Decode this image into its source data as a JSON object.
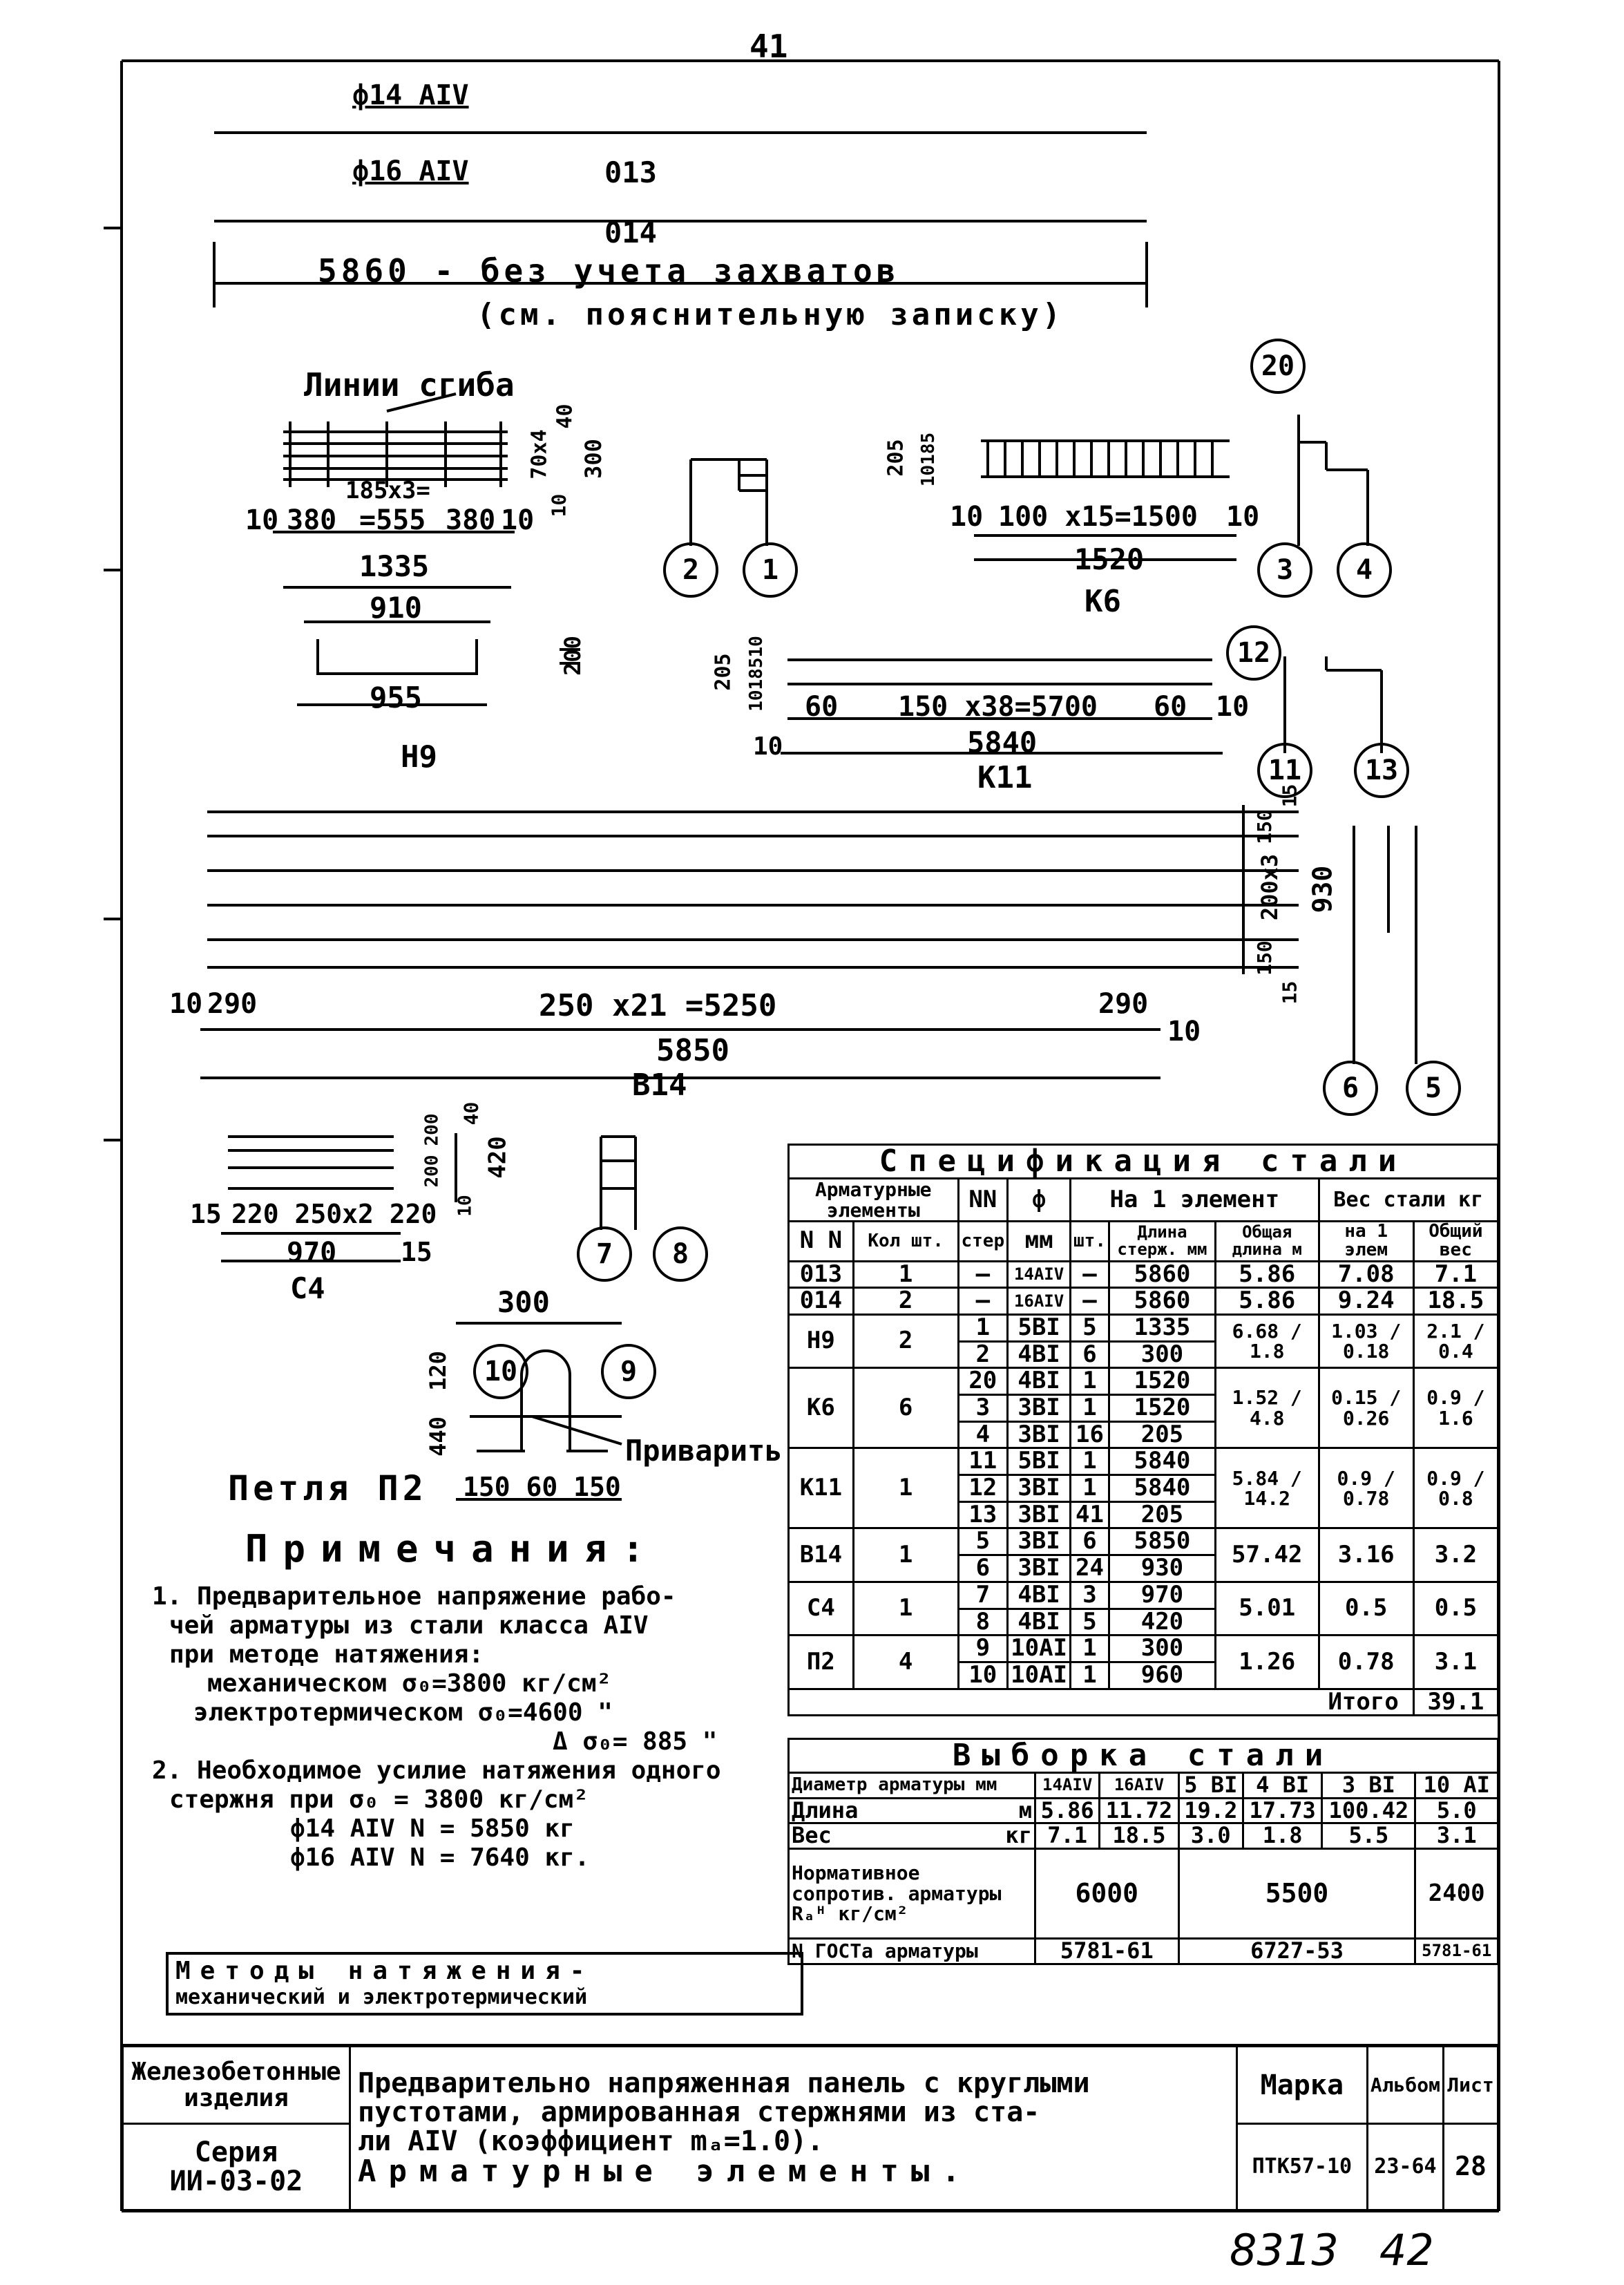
{
  "page_number": "41",
  "sheet_stamp": "8313   42",
  "bar_013": {
    "size": "ф14 AIV",
    "mark": "013"
  },
  "bar_014": {
    "size": "ф16 AIV",
    "mark": "014"
  },
  "length_note": "5860 - без учета захватов",
  "length_note_ref": "(см. пояснительную записку)",
  "bend_lines_label": "Линии сгиба",
  "n9": {
    "dims": {
      "d40": "40",
      "d70x4": "70x4",
      "d300": "300",
      "d10": "10",
      "d185x3": "185x3=",
      "left": "10",
      "d380a": "380",
      "d555": "=555",
      "d380b": "380",
      "right": "10",
      "d1335": "1335",
      "d910": "910",
      "d200": "200",
      "d955": "955"
    },
    "name": "Н9"
  },
  "k6": {
    "dims": {
      "d205": "205",
      "d10185": "10185",
      "d10": "10",
      "left": "10",
      "span": "100 x15=1500",
      "right": "10",
      "total": "1520"
    },
    "name": "К6"
  },
  "k11": {
    "dims": {
      "d205": "205",
      "d1018510": "1018510",
      "left10": "10",
      "d60a": "60",
      "span": "150 x38=5700",
      "d60b": "60",
      "right10": "10",
      "total": "5840"
    },
    "name": "К11"
  },
  "b14": {
    "dims": {
      "d150a": "150",
      "d200x3": "200x3",
      "d150b": "150",
      "d930": "930",
      "d15a": "15",
      "d15b": "15",
      "left": "10",
      "d290a": "290",
      "span": "250 x21 =5250",
      "d290b": "290",
      "right": "10",
      "total": "5850"
    },
    "name": "В14"
  },
  "c4": {
    "dims": {
      "d40": "40",
      "d200a": "200",
      "d200b": "200",
      "d420": "420",
      "d10": "10",
      "left": "15",
      "span": "220 250x2 220",
      "right": "15",
      "total": "970"
    },
    "name": "С4"
  },
  "loop": {
    "d300": "300",
    "d120": "120",
    "d440": "440",
    "bottom": "150 60 150",
    "weld": "Приварить",
    "name": "Петля П2"
  },
  "balloons": [
    "20",
    "2",
    "1",
    "3",
    "4",
    "12",
    "11",
    "13",
    "6",
    "5",
    "7",
    "8",
    "10",
    "9"
  ],
  "notes": {
    "heading": "Примечания:",
    "lines": [
      "1. Предварительное напряжение рабо-",
      "чей арматуры из стали класса AIV",
      "при методе натяжения:",
      "механическом    σ₀=3800 кг/см²",
      "электротермическом σ₀=4600 \"",
      "Δ σ₀= 885 \"",
      "2. Необходимое усилие натяжения одного",
      "стержня при  σ₀ = 3800 кг/см²",
      "ф14 AIV   N = 5850 кг",
      "ф16 AIV   N = 7640 кг."
    ]
  },
  "methods": {
    "line1": "Методы натяжения-",
    "line2": "механический и электротермический"
  },
  "spec": {
    "title": "Спецификация стали",
    "head1": {
      "elements": "Арматурные элементы",
      "nn": "NN",
      "phi": "ф",
      "per_el": "На 1 элемент",
      "steel_weight": "Вес стали кг"
    },
    "head2": {
      "mark": "N N",
      "qty": "Кол шт.",
      "bar": "стер",
      "mm": "мм",
      "sht": "шт.",
      "len": "Длина стерж. мм",
      "total_len": "Общая длина м",
      "per1": "на 1 элем",
      "total": "Общий вес"
    },
    "rows": [
      {
        "el": "013",
        "qty": "1",
        "sub": [
          [
            "—",
            "14AIV",
            "—",
            "5860"
          ]
        ],
        "len_m": "5.86",
        "w1": "7.08",
        "wt": "7.1"
      },
      {
        "el": "014",
        "qty": "2",
        "sub": [
          [
            "—",
            "16AIV",
            "—",
            "5860"
          ]
        ],
        "len_m": "5.86",
        "w1": "9.24",
        "wt": "18.5"
      },
      {
        "el": "Н9",
        "qty": "2",
        "sub": [
          [
            "1",
            "5BI",
            "5",
            "1335"
          ],
          [
            "2",
            "4BI",
            "6",
            "300"
          ]
        ],
        "len_m": "6.68 / 1.8",
        "w1": "1.03 / 0.18",
        "wt": "2.1 / 0.4"
      },
      {
        "el": "К6",
        "qty": "6",
        "sub": [
          [
            "20",
            "4BI",
            "1",
            "1520"
          ],
          [
            "3",
            "3BI",
            "1",
            "1520"
          ],
          [
            "4",
            "3BI",
            "16",
            "205"
          ]
        ],
        "len_m": "1.52 / 4.8",
        "w1": "0.15 / 0.26",
        "wt": "0.9 / 1.6"
      },
      {
        "el": "К11",
        "qty": "1",
        "sub": [
          [
            "11",
            "5BI",
            "1",
            "5840"
          ],
          [
            "12",
            "3BI",
            "1",
            "5840"
          ],
          [
            "13",
            "3BI",
            "41",
            "205"
          ]
        ],
        "len_m": "5.84 / 14.2",
        "w1": "0.9 / 0.78",
        "wt": "0.9 / 0.8"
      },
      {
        "el": "В14",
        "qty": "1",
        "sub": [
          [
            "5",
            "3BI",
            "6",
            "5850"
          ],
          [
            "6",
            "3BI",
            "24",
            "930"
          ]
        ],
        "len_m": "57.42",
        "w1": "3.16",
        "wt": "3.2"
      },
      {
        "el": "С4",
        "qty": "1",
        "sub": [
          [
            "7",
            "4BI",
            "3",
            "970"
          ],
          [
            "8",
            "4BI",
            "5",
            "420"
          ]
        ],
        "len_m": "5.01",
        "w1": "0.5",
        "wt": "0.5"
      },
      {
        "el": "П2",
        "qty": "4",
        "sub": [
          [
            "9",
            "10AI",
            "1",
            "300"
          ],
          [
            "10",
            "10AI",
            "1",
            "960"
          ]
        ],
        "len_m": "1.26",
        "w1": "0.78",
        "wt": "3.1"
      }
    ],
    "total_label": "Итого",
    "total_value": "39.1"
  },
  "selection": {
    "title": "Выборка стали",
    "header": [
      "Диаметр арматуры мм",
      "14AIV",
      "16AIV",
      "5 BI",
      "4 BI",
      "3 BI",
      "10 AI"
    ],
    "length_row": {
      "label": "Длина",
      "unit": "м",
      "values": [
        "5.86",
        "11.72",
        "19.2",
        "17.73",
        "100.42",
        "5.0"
      ]
    },
    "weight_row": {
      "label": "Вес",
      "unit": "кг",
      "values": [
        "7.1",
        "18.5",
        "3.0",
        "1.8",
        "5.5",
        "3.1"
      ]
    },
    "resist_row": {
      "label": "Нормативное сопротив. арматуры Rₐᴴ кг/см²",
      "values": [
        "6000",
        "5500",
        "2400"
      ]
    },
    "gost_row": {
      "label": "N ГОСТа арматуры",
      "values": [
        "5781-61",
        "6727-53",
        "5781-61"
      ]
    }
  },
  "title_block": {
    "category": "Железобетонные изделия",
    "series_label": "Серия",
    "series_value": "ИИ-03-02",
    "title_l1": "Предварительно напряженная панель с круглыми",
    "title_l2": "пустотами, армированная стержнями из ста-",
    "title_l3": "ли AIV (коэффициент mₐ=1.0).",
    "title_l4": "Арматурные элементы.",
    "mark_label": "Марка",
    "album_label": "Альбом",
    "sheet_label": "Лист",
    "mark_value": "ПТК57-10",
    "album_value": "23-64",
    "sheet_value": "28"
  }
}
